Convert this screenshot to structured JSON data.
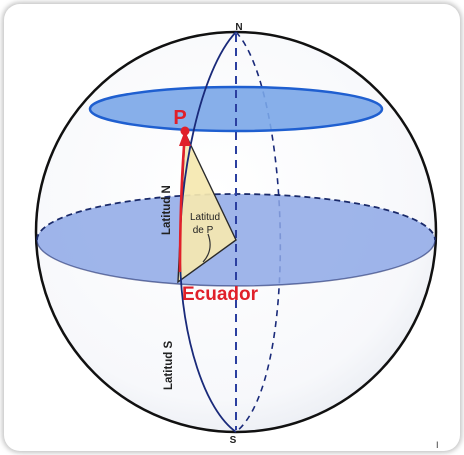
{
  "labels": {
    "north": "N",
    "south": "S",
    "point": "P",
    "equator": "Ecuador",
    "latitude_north": "Latitud N",
    "latitude_south": "Latitud S",
    "latitude_of_p_line1": "Latitud",
    "latitude_of_p_line2": "de P",
    "corner_mark": "I"
  },
  "colors": {
    "sphere_outline": "#111111",
    "parallel_fill": "#7aa6e8",
    "parallel_stroke": "#1f5fd0",
    "equator_fill": "#8ea8e6",
    "triangle_fill": "#f5e8b0",
    "accent_red": "#e0202a",
    "meridian": "#1a2a7a",
    "axis": "#2b3fa0"
  }
}
